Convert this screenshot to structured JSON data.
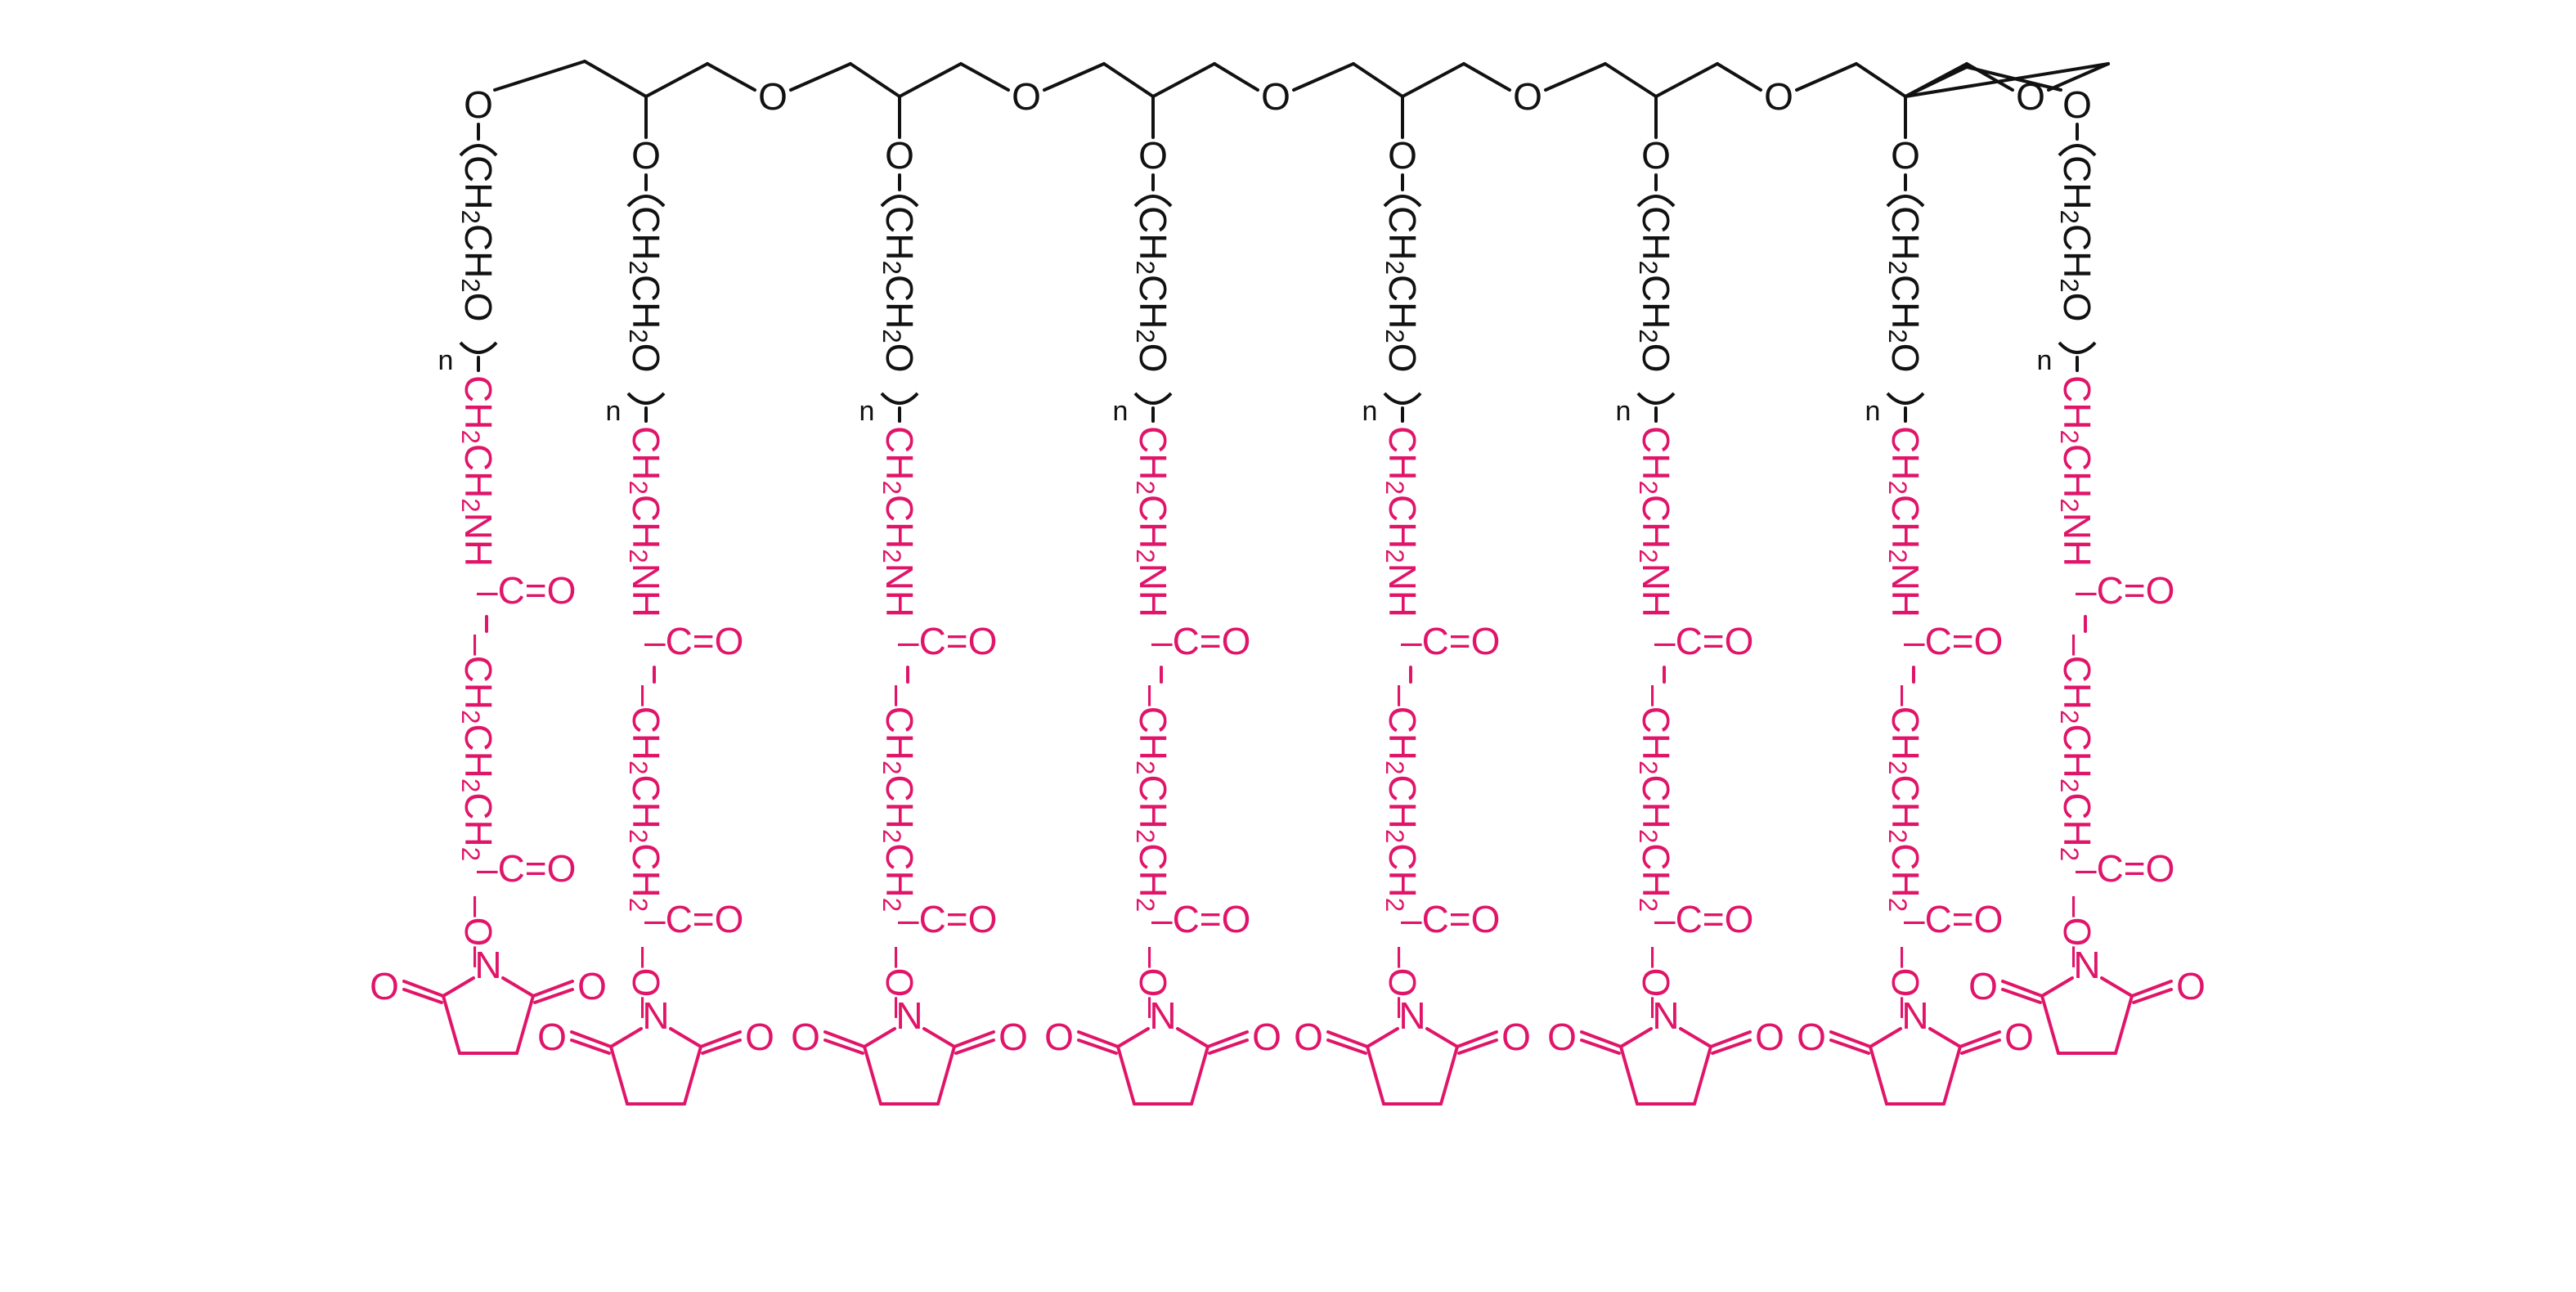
{
  "colors": {
    "backbone": "#111111",
    "arm": "#e0156a",
    "background": "#ffffff"
  },
  "backbone": {
    "ether_atom": "O"
  },
  "arms": {
    "count": 8,
    "linker_o": "O",
    "peg_unit": [
      {
        "t": "CH"
      },
      {
        "t": "2",
        "sub": true
      },
      {
        "t": "CH"
      },
      {
        "t": "2",
        "sub": true
      },
      {
        "t": "O"
      }
    ],
    "repeat_index": "n",
    "terminal": [
      [
        {
          "t": "CH"
        },
        {
          "t": "2",
          "sub": true
        },
        {
          "t": "CH"
        },
        {
          "t": "2",
          "sub": true
        },
        {
          "t": "NH"
        }
      ],
      [
        {
          "t": "–C=O"
        }
      ],
      [
        {
          "t": "–CH"
        },
        {
          "t": "2",
          "sub": true
        },
        {
          "t": "CH"
        },
        {
          "t": "2",
          "sub": true
        },
        {
          "t": "CH"
        },
        {
          "t": "2",
          "sub": true
        }
      ],
      [
        {
          "t": "–C=O"
        }
      ],
      [
        {
          "t": "–O–"
        }
      ]
    ],
    "nhs_ring": {
      "nitrogen": "N",
      "carbonyl_o": "O"
    }
  }
}
